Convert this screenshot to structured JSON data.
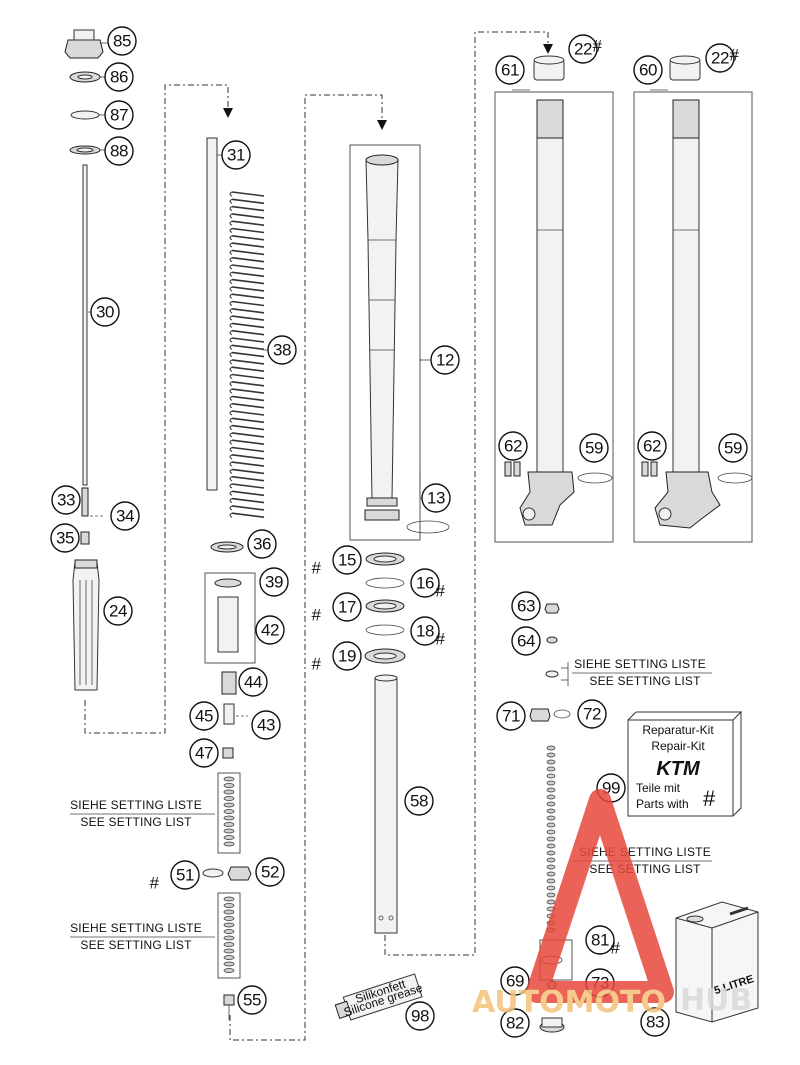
{
  "diagram": {
    "part_numbers": {
      "p85": "85",
      "p86": "86",
      "p87": "87",
      "p88": "88",
      "p30": "30",
      "p33": "33",
      "p34": "34",
      "p35": "35",
      "p24": "24",
      "p31": "31",
      "p38": "38",
      "p36": "36",
      "p39": "39",
      "p42": "42",
      "p44": "44",
      "p45": "45",
      "p43": "43",
      "p47": "47",
      "p51": "51",
      "p52": "52",
      "p55": "55",
      "p12": "12",
      "p13": "13",
      "p15": "15",
      "p16": "16",
      "p17": "17",
      "p18": "18",
      "p19": "19",
      "p58": "58",
      "p98": "98",
      "p61": "61",
      "p22a": "22",
      "p60": "60",
      "p22b": "22",
      "p62a": "62",
      "p59a": "59",
      "p62b": "62",
      "p59b": "59",
      "p63": "63",
      "p64": "64",
      "p71": "71",
      "p72": "72",
      "p99": "99",
      "p81": "81",
      "p69": "69",
      "p73": "73",
      "p82": "82",
      "p83": "83"
    },
    "hash_symbol": "#",
    "notes": {
      "setting_de": "SIEHE SETTING LISTE",
      "setting_en": "SEE SETTING LIST"
    },
    "repair_kit": {
      "title_de": "Reparatur-Kit",
      "title_en": "Repair-Kit",
      "brand": "KTM",
      "parts_de": "Teile mit",
      "parts_en": "Parts with",
      "symbol": "#"
    },
    "grease_tube": {
      "line1": "Silikonfett",
      "line2": "Silicone grease"
    },
    "oil_can": {
      "label": "5 LITRE"
    }
  },
  "watermark": {
    "part1": "AUTOMOTO",
    "part2": "HUB"
  },
  "colors": {
    "watermark_red": "#e8473b",
    "watermark_orange": "#f4c27a",
    "watermark_gray": "#d9d9d9"
  }
}
